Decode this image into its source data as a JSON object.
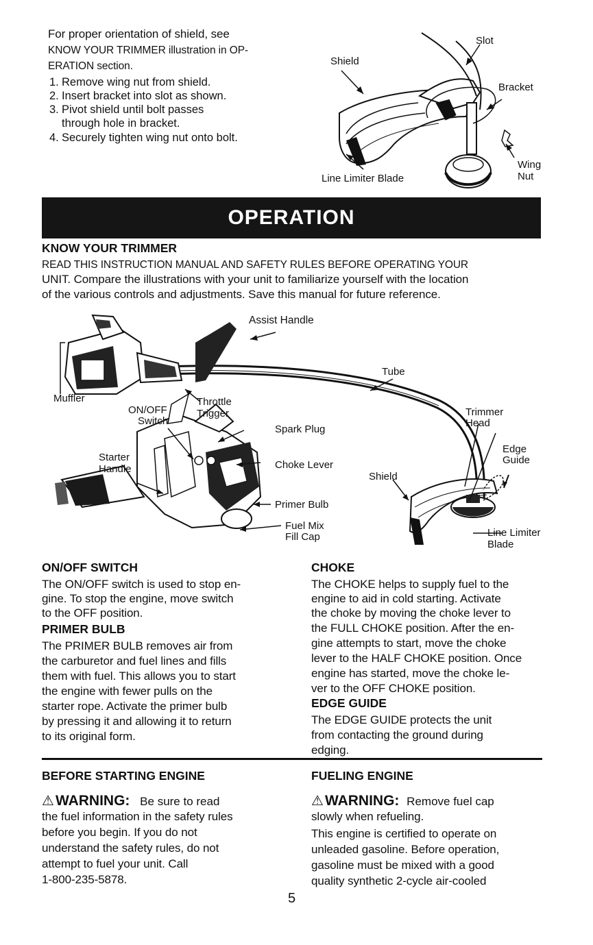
{
  "shield_section": {
    "intro": [
      "For proper orientation of shield, see",
      "KNOW YOUR TRIMMER illustration in OP-",
      "ERATION section."
    ],
    "steps": [
      {
        "num": "1.",
        "lines": [
          "Remove wing nut from shield."
        ]
      },
      {
        "num": "2.",
        "lines": [
          "Insert bracket into slot as shown."
        ]
      },
      {
        "num": "3.",
        "lines": [
          "Pivot shield until bolt passes",
          "through hole in bracket."
        ]
      },
      {
        "num": "4.",
        "lines": [
          "Securely tighten wing nut onto bolt."
        ]
      }
    ],
    "labels": {
      "slot": "Slot",
      "shield": "Shield",
      "bracket": "Bracket",
      "line_limiter_blade": "Line Limiter Blade",
      "wing": "Wing",
      "nut": "Nut"
    }
  },
  "banner": "OPERATION",
  "know": {
    "heading": "KNOW YOUR TRIMMER",
    "lines": [
      "READ THIS INSTRUCTION MANUAL AND SAFETY RULES BEFORE OPERATING YOUR",
      "UNIT.  Compare the illustrations with your unit to familiarize yourself with the location",
      "of the various controls and adjustments. Save this manual for future reference."
    ]
  },
  "diagram_labels": {
    "assist_handle": "Assist Handle",
    "tube": "Tube",
    "muffler": "Muffler",
    "throttle": "Throttle",
    "trigger": "Trigger",
    "on_off": "ON/OFF",
    "switch": "Switch",
    "spark_plug": "Spark Plug",
    "trimmer": "Trimmer",
    "head": "Head",
    "starter": "Starter",
    "handle": "Handle",
    "choke_lever": "Choke Lever",
    "shield": "Shield",
    "edge": "Edge",
    "guide": "Guide",
    "primer_bulb": "Primer Bulb",
    "fuel_mix": "Fuel Mix",
    "fill_cap": "Fill Cap",
    "line_limiter": "Line Limiter",
    "blade": "Blade"
  },
  "onoff": {
    "heading": "ON/OFF SWITCH",
    "lines": [
      "The ON/OFF switch is used to stop en-",
      "gine. To stop the engine, move switch",
      "to the OFF position."
    ]
  },
  "primer": {
    "heading": "PRIMER BULB",
    "lines": [
      "The PRIMER BULB removes air from",
      "the carburetor and fuel lines and fills",
      "them with fuel. This allows you to start",
      "the engine with fewer pulls on the",
      "starter rope. Activate the primer bulb",
      "by pressing it and allowing it to return",
      "to its original form."
    ]
  },
  "choke": {
    "heading": "CHOKE",
    "lines": [
      "The CHOKE helps to supply fuel to the",
      "engine to aid in cold starting. Activate",
      "the choke by moving the choke lever to",
      "the FULL CHOKE position. After the en-",
      "gine attempts to start, move the choke",
      "lever to the HALF CHOKE position. Once",
      "engine has started, move the choke le-",
      "ver to the OFF CHOKE position."
    ]
  },
  "edge_guide": {
    "heading": "EDGE GUIDE",
    "lines": [
      "The EDGE GUIDE protects the unit",
      "from contacting the ground during",
      "edging."
    ]
  },
  "before_starting": {
    "heading": "BEFORE STARTING ENGINE",
    "warning_label": "WARNING:",
    "warning_first": "Be sure to read",
    "lines": [
      "the fuel information in the safety rules",
      "before you begin. If you do not",
      "understand the safety rules, do not",
      "attempt to fuel your unit. Call",
      "1-800-235-5878."
    ]
  },
  "fueling": {
    "heading": "FUELING ENGINE",
    "warning_label": "WARNING:",
    "warning_first": "Remove fuel cap",
    "warning_line2": "slowly when refueling.",
    "lines": [
      "This engine is certified to operate on",
      "unleaded gasoline. Before operation,",
      "gasoline must be mixed with a good",
      "quality synthetic 2-cycle air-cooled"
    ]
  },
  "page_number": "5",
  "colors": {
    "ink": "#111111",
    "banner": "#151515"
  },
  "icons": [
    "warning-triangle-icon"
  ]
}
